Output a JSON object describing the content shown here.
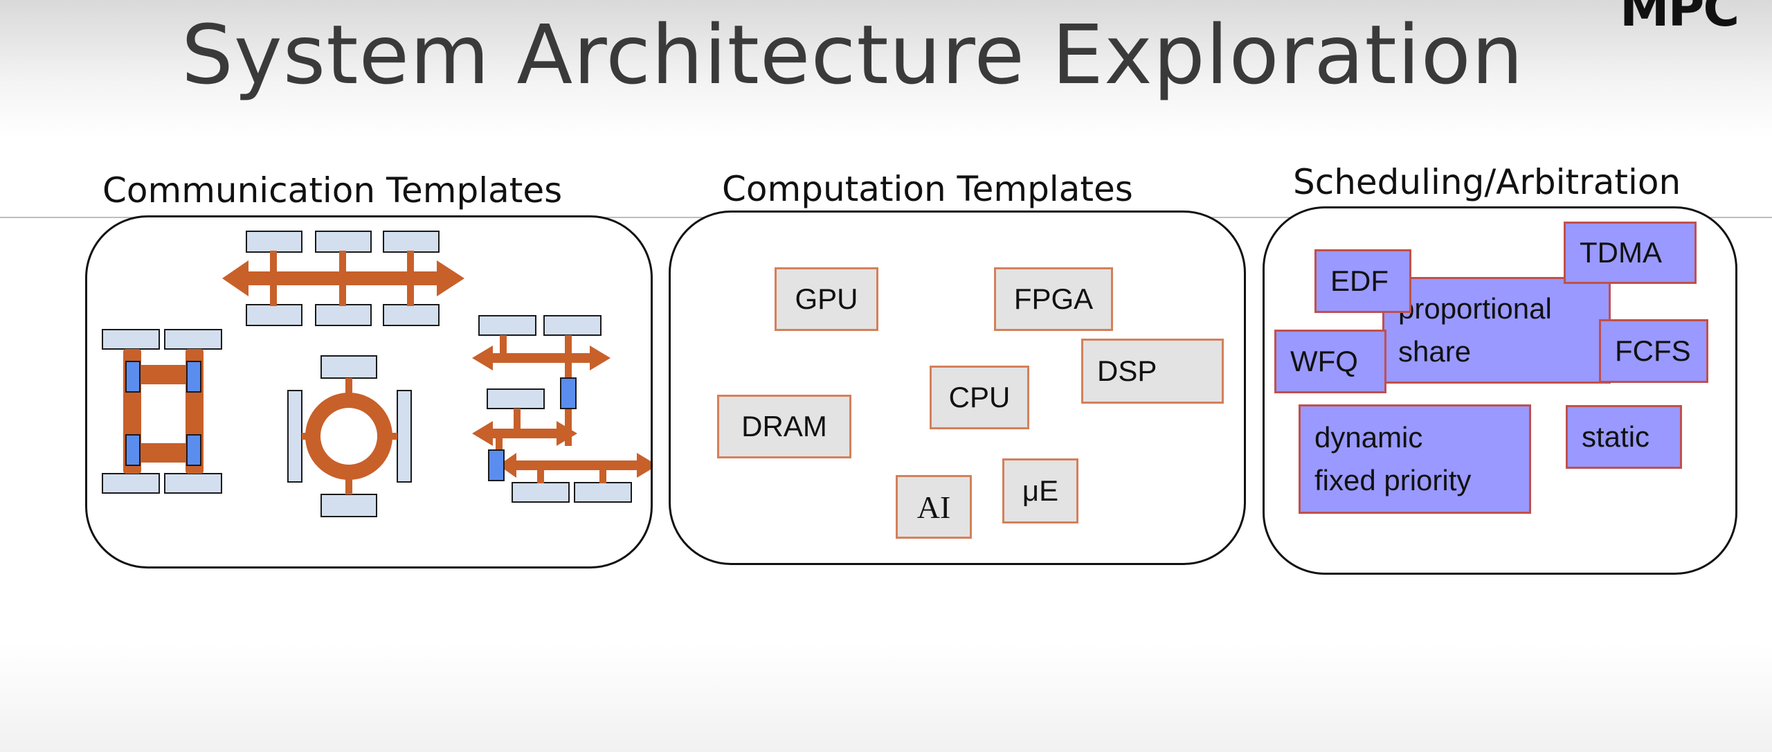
{
  "slide": {
    "title": "System Architecture Exploration",
    "logo_text": "MPC"
  },
  "sections": {
    "communication": {
      "label": "Communication Templates"
    },
    "computation": {
      "label": "Computation Templates",
      "items": {
        "gpu": "GPU",
        "fpga": "FPGA",
        "dsp": "DSP",
        "cpu": "CPU",
        "dram": "DRAM",
        "ai": "AI",
        "ue": "μE"
      }
    },
    "scheduling": {
      "label": "Scheduling/Arbitration",
      "items": {
        "proportional_share": "proportional share",
        "edf": "EDF",
        "tdma": "TDMA",
        "wfq": "WFQ",
        "fcfs": "FCFS",
        "dynamic_fixed_priority": "dynamic fixed priority",
        "static": "static"
      }
    }
  },
  "colors": {
    "bus": "#c8602a",
    "node_fill": "#d3dfee",
    "interface": "#5b8def",
    "compute_fill": "#e3e3e3",
    "compute_border": "#d4805a",
    "sched_fill": "#9999ff",
    "sched_border": "#c0504d"
  }
}
